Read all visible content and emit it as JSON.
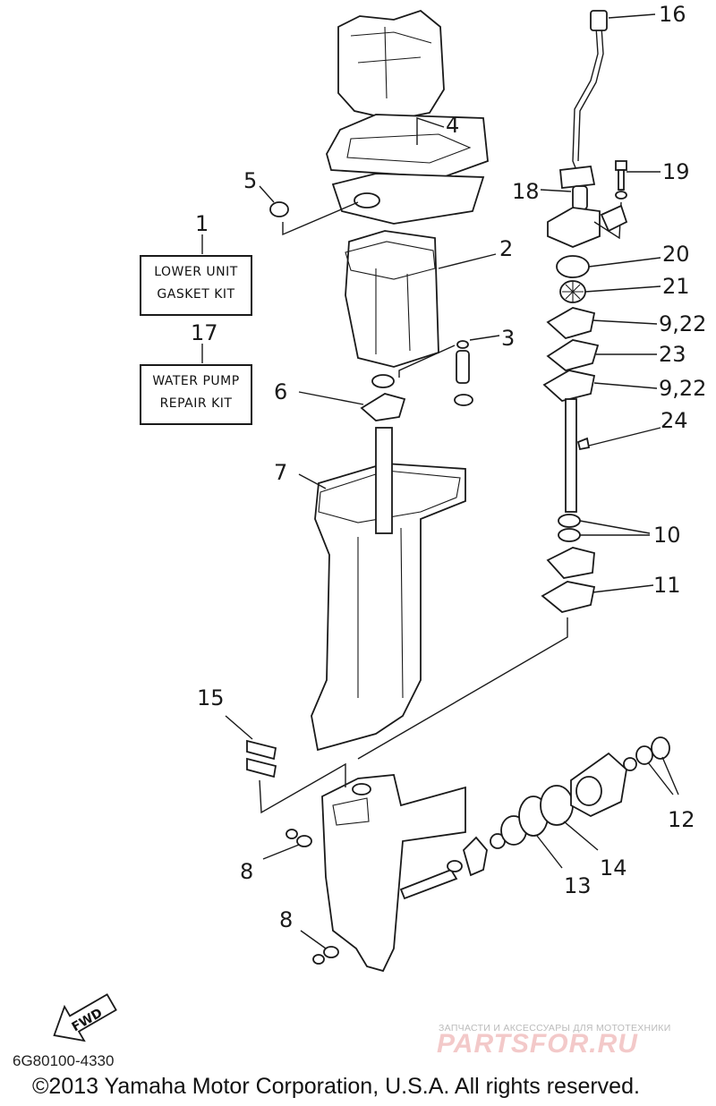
{
  "kits": [
    {
      "number": "1",
      "line1": "LOWER UNIT",
      "line2": "GASKET KIT"
    },
    {
      "number": "17",
      "line1": "WATER PUMP",
      "line2": "REPAIR KIT"
    }
  ],
  "callouts": {
    "c2": "2",
    "c3": "3",
    "c4": "4",
    "c5": "5",
    "c6": "6",
    "c7": "7",
    "c8a": "8",
    "c8b": "8",
    "c9a": "9,22",
    "c9b": "9,22",
    "c10": "10",
    "c11": "11",
    "c12": "12",
    "c13": "13",
    "c14": "14",
    "c15": "15",
    "c16": "16",
    "c18": "18",
    "c19": "19",
    "c20": "20",
    "c21": "21",
    "c23": "23",
    "c24": "24"
  },
  "fwd_label": "FWD",
  "part_code": "6G80100-4330",
  "copyright": "©2013 Yamaha Motor Corporation, U.S.A. All rights reserved.",
  "watermark": {
    "subtitle": "ЗАПЧАСТИ И АКСЕССУАРЫ ДЛЯ МОТОТЕХНИКИ",
    "brand": "PARTSFOR.RU"
  }
}
